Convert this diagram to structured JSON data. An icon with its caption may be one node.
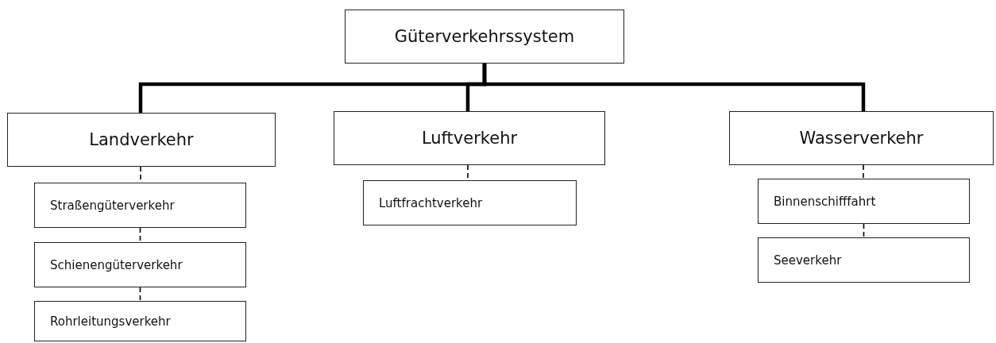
{
  "diagram": {
    "nodes": [
      {
        "text": [
          "Güterverkehrssystem"
        ]
      },
      {
        "text": [
          "Landverkehr"
        ]
      },
      {
        "text": [
          "Luftverkehr"
        ]
      },
      {
        "text": [
          "Wasserverkehr"
        ]
      },
      {
        "text": [
          "Straßengüterverkehr"
        ]
      },
      {
        "text": [
          "Schienengüterverkehr"
        ]
      },
      {
        "text": [
          "Rohrleitungsverkehr"
        ]
      },
      {
        "text": [
          "Luftfrachtverkehr"
        ]
      },
      {
        "text": [
          "Binnenschifffahrt"
        ]
      },
      {
        "text": [
          "Seeverkehr"
        ]
      }
    ],
    "edges": [
      {
        "from": 0,
        "to": 1,
        "arrow": "none",
        "style": "thick"
      },
      {
        "from": 0,
        "to": 2,
        "arrow": "none",
        "style": "thick"
      },
      {
        "from": 0,
        "to": 3,
        "arrow": "none",
        "style": "thick"
      },
      {
        "from": 1,
        "to": 4,
        "arrow": "none",
        "style": "dashed"
      },
      {
        "from": 4,
        "to": 5,
        "arrow": "none",
        "style": "dashed"
      },
      {
        "from": 5,
        "to": 6,
        "arrow": "none",
        "style": "dashed"
      },
      {
        "from": 2,
        "to": 7,
        "arrow": "none",
        "style": "dashed"
      },
      {
        "from": 3,
        "to": 8,
        "arrow": "none",
        "style": "dashed"
      },
      {
        "from": 8,
        "to": 9,
        "arrow": "none",
        "style": "dashed"
      }
    ]
  }
}
